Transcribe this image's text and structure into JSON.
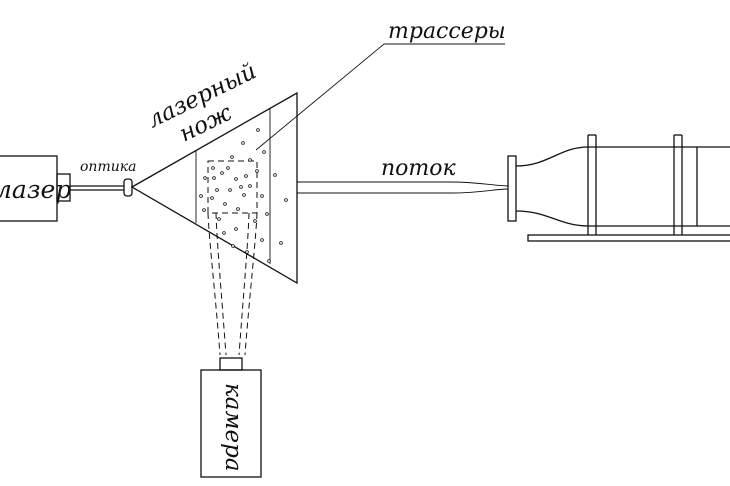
{
  "labels": {
    "laser": "лазер",
    "optics": "оптика",
    "laser_knife_1": "лазерный",
    "laser_knife_2": "нож",
    "tracers": "трассеры",
    "flow": "поток",
    "camera": "камера"
  }
}
